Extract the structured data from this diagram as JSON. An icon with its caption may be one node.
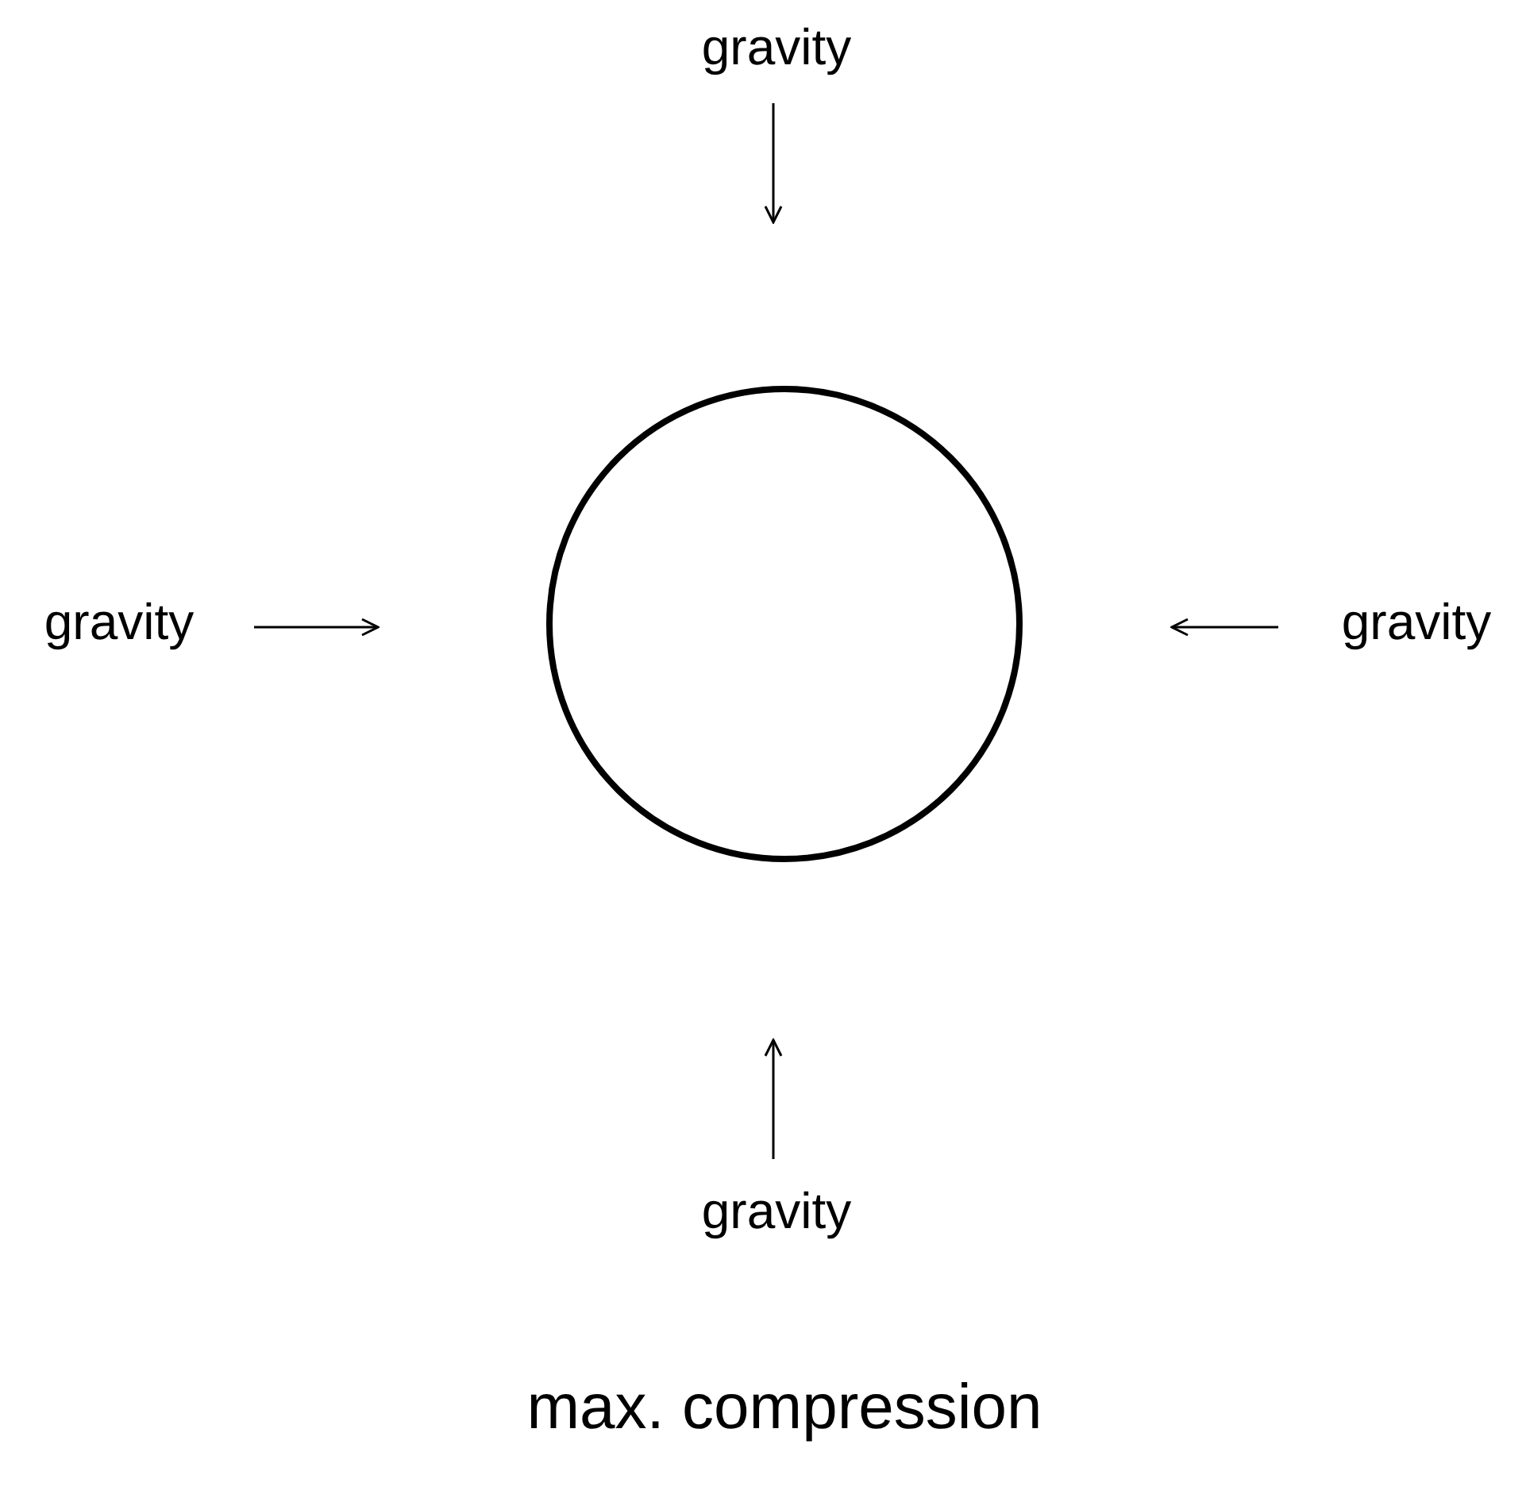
{
  "diagram": {
    "caption": "max. compression",
    "nodes": [
      {
        "text": [],
        "shape": "circle"
      }
    ],
    "labels": [
      "gravity",
      "gravity",
      "gravity",
      "gravity"
    ]
  }
}
